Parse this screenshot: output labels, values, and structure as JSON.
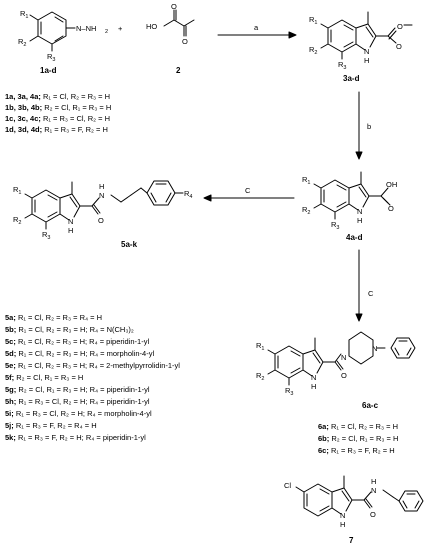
{
  "reagents": {
    "a": "a",
    "b": "b",
    "c1": "C",
    "c2": "C",
    "plus": "+"
  },
  "compound_labels": {
    "c1": "1a-d",
    "c2": "2",
    "c3": "3a-d",
    "c4": "4a-d",
    "c5": "5a-k",
    "c6": "6a-c",
    "c7": "7"
  },
  "atoms": {
    "R1": "R",
    "R2": "R",
    "R3": "R",
    "R4": "R",
    "one": "1",
    "two": "2",
    "three": "3",
    "four": "4",
    "N": "N",
    "H": "H",
    "HO": "HO",
    "OH": "OH",
    "O": "O",
    "Cl": "Cl",
    "NH": "N",
    "NNH2": "N–NH",
    "hydrazine": "N–NH₂"
  },
  "list1": [
    {
      "ids": "1a, 3a, 4a;",
      "rest": "R₁ = Cl, R₂ = R₃ = H"
    },
    {
      "ids": "1b, 3b, 4b;",
      "rest": "R₂ = Cl, R₁ = R₃ = H"
    },
    {
      "ids": "1c, 3c, 4c;",
      "rest": "R₁ = R₃ = Cl, R₂ = H"
    },
    {
      "ids": "1d, 3d, 4d;",
      "rest": "R₁ = R₃ = F,  R₂ = H"
    }
  ],
  "list5": [
    {
      "id": "5a;",
      "rest": "R₁ = Cl, R₂ = R₃ = R₄ = H"
    },
    {
      "id": "5b;",
      "rest": "R₁ = Cl, R₂ = R₃ = H; R₄ = N(CH₃)₂"
    },
    {
      "id": "5c;",
      "rest": "R₁ = Cl, R₂ = R₃ = H; R₄ = piperidin-1-yl"
    },
    {
      "id": "5d;",
      "rest": "R₁ = Cl, R₂ = R₃ = H; R₄ = morpholin-4-yl"
    },
    {
      "id": "5e;",
      "rest": "R₁ = Cl, R₂ = R₃ = H; R₄ = 2-methylpyrrolidin-1-yl"
    },
    {
      "id": "5f;",
      "rest": "R₂ = Cl, R₁ = R₃ = H"
    },
    {
      "id": "5g;",
      "rest": "R₂ = Cl, R₁ = R₃ = H; R₄ = piperidin-1-yl"
    },
    {
      "id": "5h;",
      "rest": "R₁ = R₃ = Cl, R₂ = H; R₄ = piperidin-1-yl"
    },
    {
      "id": "5i;",
      "rest": "R₁ = R₃ = Cl, R₂ = H; R₄ = morpholin-4-yl"
    },
    {
      "id": "5j;",
      "rest": "R₁ = R₃ = F, R₂ = R₄ = H"
    },
    {
      "id": "5k;",
      "rest": "R₁ = R₃ = F, R₂ = H; R₄ = piperidin-1-yl"
    }
  ],
  "list6": [
    {
      "id": "6a;",
      "rest": "R₁ = Cl, R₂ = R₃ = H"
    },
    {
      "id": "6b;",
      "rest": "R₂ = Cl, R₁ = R₃ = H"
    },
    {
      "id": "6c;",
      "rest": "R₁ = R₃ = F, R₂ = H"
    }
  ]
}
